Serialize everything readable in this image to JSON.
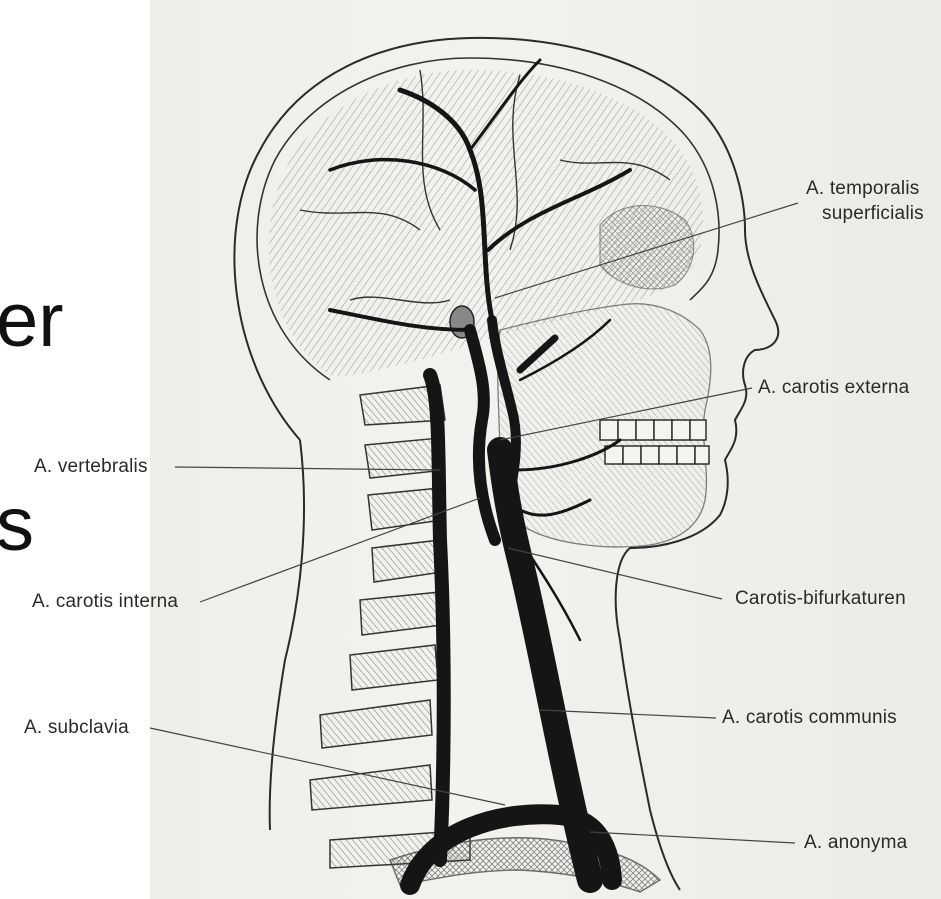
{
  "slide": {
    "text_fragments": [
      "er",
      "s"
    ]
  },
  "labels": {
    "temporalis_line1": "A. temporalis",
    "temporalis_line2": "superficialis",
    "carotis_externa": "A. carotis externa",
    "vertebralis": "A. vertebralis",
    "carotis_interna": "A. carotis interna",
    "bifurkaturen": "Carotis-bifurkaturen",
    "subclavia": "A. subclavia",
    "carotis_communis": "A. carotis communis",
    "anonyma": "A. anonyma"
  },
  "colors": {
    "paper": "#efeee9",
    "ink": "#1a1a1a",
    "artery": "#151515",
    "hatch": "#555555",
    "bone": "#bdbbb4"
  }
}
